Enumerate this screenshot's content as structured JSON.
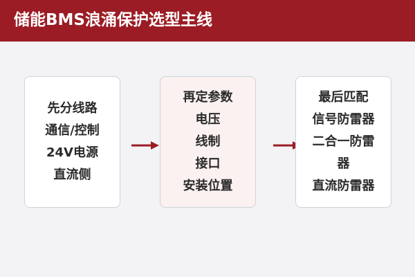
{
  "header": {
    "title": "储能BMS浪涌保护选型主线"
  },
  "boxes": {
    "left": {
      "lines": [
        "先分线路",
        "通信/控制",
        "24V电源",
        "直流侧"
      ]
    },
    "middle": {
      "lines": [
        "再定参数",
        "电压",
        "线制",
        "接口",
        "安装位置"
      ]
    },
    "right": {
      "lines": [
        "最后匹配",
        "信号防雷器",
        "二合一防雷",
        "器",
        "直流防雷器"
      ]
    }
  },
  "colors": {
    "accent": "#9b1c24",
    "background": "#f3f3f5",
    "middle_box_fill": "#fbf1f1"
  },
  "icons": [
    "arrow-right-icon",
    "arrow-right-icon"
  ]
}
